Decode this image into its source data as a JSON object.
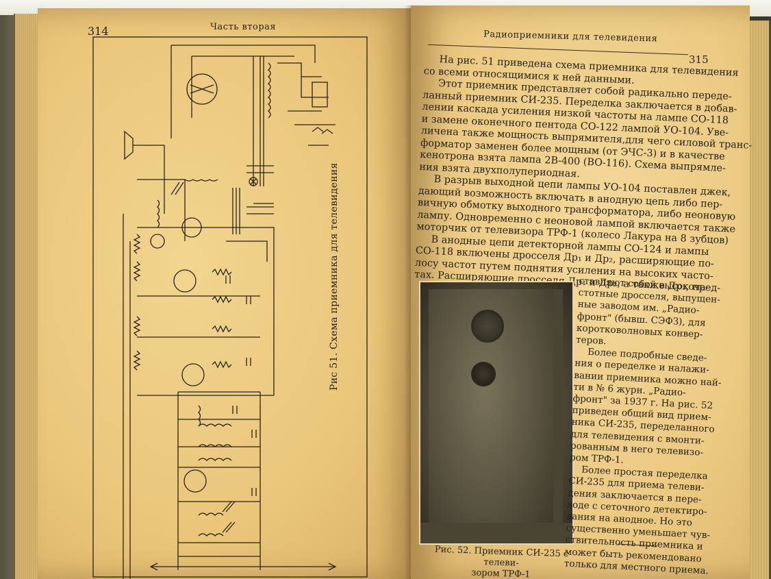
{
  "left_page": {
    "page_number": "314",
    "running_head": "Часть вторая",
    "figure_caption": "Рис 51. Схема приемника для телевидения"
  },
  "right_page": {
    "page_number": "315",
    "running_head": "Радиоприемники для телевидения",
    "body_lines": [
      "На рис. 51 приведена схема приемника для телевидения",
      "со всеми относящимися к ней данными.",
      "Этот приемник представляет собой радикально переде-",
      "ланный приемник СИ-235. Переделка заключается в добав-",
      "лении каскада усиления низкой частоты на лампе СО-118",
      "и замене оконечного пентода СО-122 лампой УО-104. Уве-",
      "личена также мощность выпрямителя,для чего силовой транс-",
      "форматор заменен более мощным (от ЭЧС-3) и в качестве",
      "кенотрона взята лампа 2В-400 (ВО-116). Схема выпрямле-",
      "ния взята двухполупериодная.",
      "В разрыв выходной цепи лампы УО-104 поставлен джек,",
      "дающий возможность включать в анодную цепь либо пер-",
      "вичную обмотку выходного трансформатора, либо неоновую",
      "лампу. Одновременно с неоновой лампой включается также",
      "моторчик от телевизора ТРФ-1 (колесо Лакура на 8 зубцов)",
      "В анодные цепи детекторной лампы СО-124 и лампы",
      "СО-118 включены дросселя Др₁ и Др₂, расширяющие по-",
      "лосу частот путем поднятия усиления на высоких часто-",
      "тах. Расширяющие дросселя Др₁ и Др₂, а также Др₃, пред-"
    ],
    "side_lines": [
      "ставляют собой высокоча-",
      "стотные дросселя, выпущен-",
      "ные заводом им. „Радио-",
      "фронт\" (бывш. СЭФЗ), для",
      "коротковолновых конвер-",
      "теров.",
      "Более подробные сведе-",
      "ния о переделке и налажи-",
      "вании приемника можно най-",
      "ти в № 6 журн. „Радио-",
      "фронт\" за 1937 г. На рис. 52",
      "приведен общий вид прием-",
      "ника СИ-235, переделанного",
      "для телевидения с вмонти-",
      "рованным в него телевизо-",
      "ром ТРФ-1.",
      "Более простая переделка",
      "СИ-235 для приема телеви-",
      "дения заключается в пере-",
      "ходе с сеточного детектиро-",
      "вания на анодное. Но это",
      "существенно уменьшает чув-",
      "ствительность приемника и",
      "может быть рекомендовано",
      "только для местного приема."
    ],
    "figure_caption_line1": "Рис. 52. Приемник СИ-235 с телеви-",
    "figure_caption_line2": "зором ТРФ-1"
  },
  "colors": {
    "paper": "#ebca82",
    "ink": "#2a2216",
    "cover": "#55503f"
  }
}
